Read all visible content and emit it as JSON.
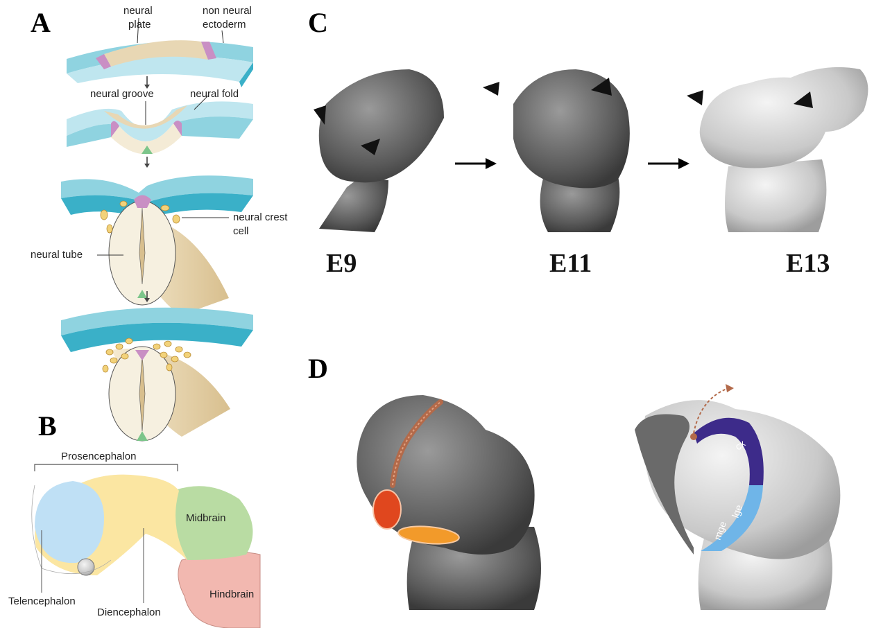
{
  "panels": {
    "A": {
      "letter": "A",
      "labels": {
        "neural_plate": [
          "neural",
          "plate"
        ],
        "non_neural_ectoderm": [
          "non neural",
          "ectoderm"
        ],
        "neural_groove": "neural groove",
        "neural_fold": "neural fold",
        "neural_crest_cell": [
          "neural crest",
          "cell"
        ],
        "neural_tube": "neural tube"
      }
    },
    "B": {
      "letter": "B",
      "labels": {
        "prosencephalon": "Prosencephalon",
        "midbrain": "Midbrain",
        "telencephalon": "Telencephalon",
        "diencephalon": "Diencephalon",
        "hindbrain": "Hindbrain"
      }
    },
    "C": {
      "letter": "C",
      "stages": [
        "E9",
        "E11",
        "E13"
      ]
    },
    "D": {
      "letter": "D",
      "labels": {
        "cx": "cx",
        "lge": "lge",
        "mge": "mge"
      }
    }
  },
  "colors": {
    "ectoderm": "#8fd3e0",
    "ectoderm_side": "#3ab0c8",
    "neural_plate": "#e8d7b4",
    "neural_fold": "#c98fc4",
    "notochord": "#7cc58a",
    "crest_cell": "#f2d27a",
    "telencephalon": "#bfe0f5",
    "prosencephalon": "#fbe6a2",
    "midbrain": "#b9dca3",
    "hindbrain": "#f2b8b0",
    "embryo_gray": "#7a7a7a",
    "cortex": "#3d2b8a",
    "ganglionic": "#6fb5e8",
    "orange_red": "#e0471e",
    "orange": "#f29a2a"
  }
}
